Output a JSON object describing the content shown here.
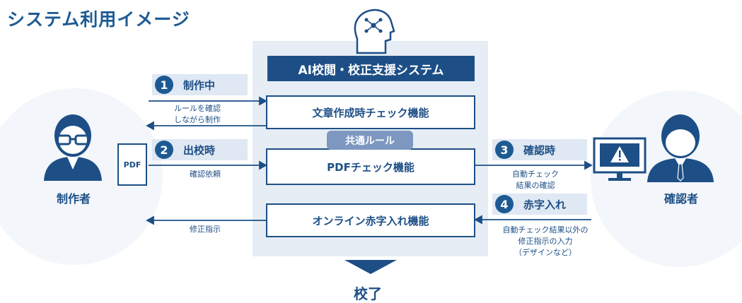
{
  "title": "システム利用イメージ",
  "system_title": "AI校閲・校正支援システム",
  "functions": [
    "文章作成時チェック機能",
    "PDFチェック機能",
    "オンライン赤字入れ機能"
  ],
  "common_rule": "共通ルール",
  "steps": [
    {
      "num": "1",
      "label": "制作中"
    },
    {
      "num": "2",
      "label": "出校時"
    },
    {
      "num": "3",
      "label": "確認時"
    },
    {
      "num": "4",
      "label": "赤字入れ"
    }
  ],
  "notes": {
    "check_rule_1": "ルールを確認",
    "check_rule_2": "しながら制作",
    "request": "確認依頼",
    "correction": "修正指示",
    "auto_check_1": "自動チェック",
    "auto_check_2": "結果の確認",
    "other_1": "自動チェック結果以外の",
    "other_2": "修正指示の入力",
    "other_3": "（デザインなど）"
  },
  "people": {
    "creator": "制作者",
    "reviewer": "確認者"
  },
  "pdf_label": "PDF",
  "finish": "校了",
  "colors": {
    "primary": "#1d4f86",
    "panel": "#e6edf5",
    "common": "#7d97c0"
  },
  "icons": [
    "ai-brain-icon",
    "creator-person-icon",
    "reviewer-person-icon",
    "monitor-warning-icon",
    "pdf-document-icon"
  ]
}
